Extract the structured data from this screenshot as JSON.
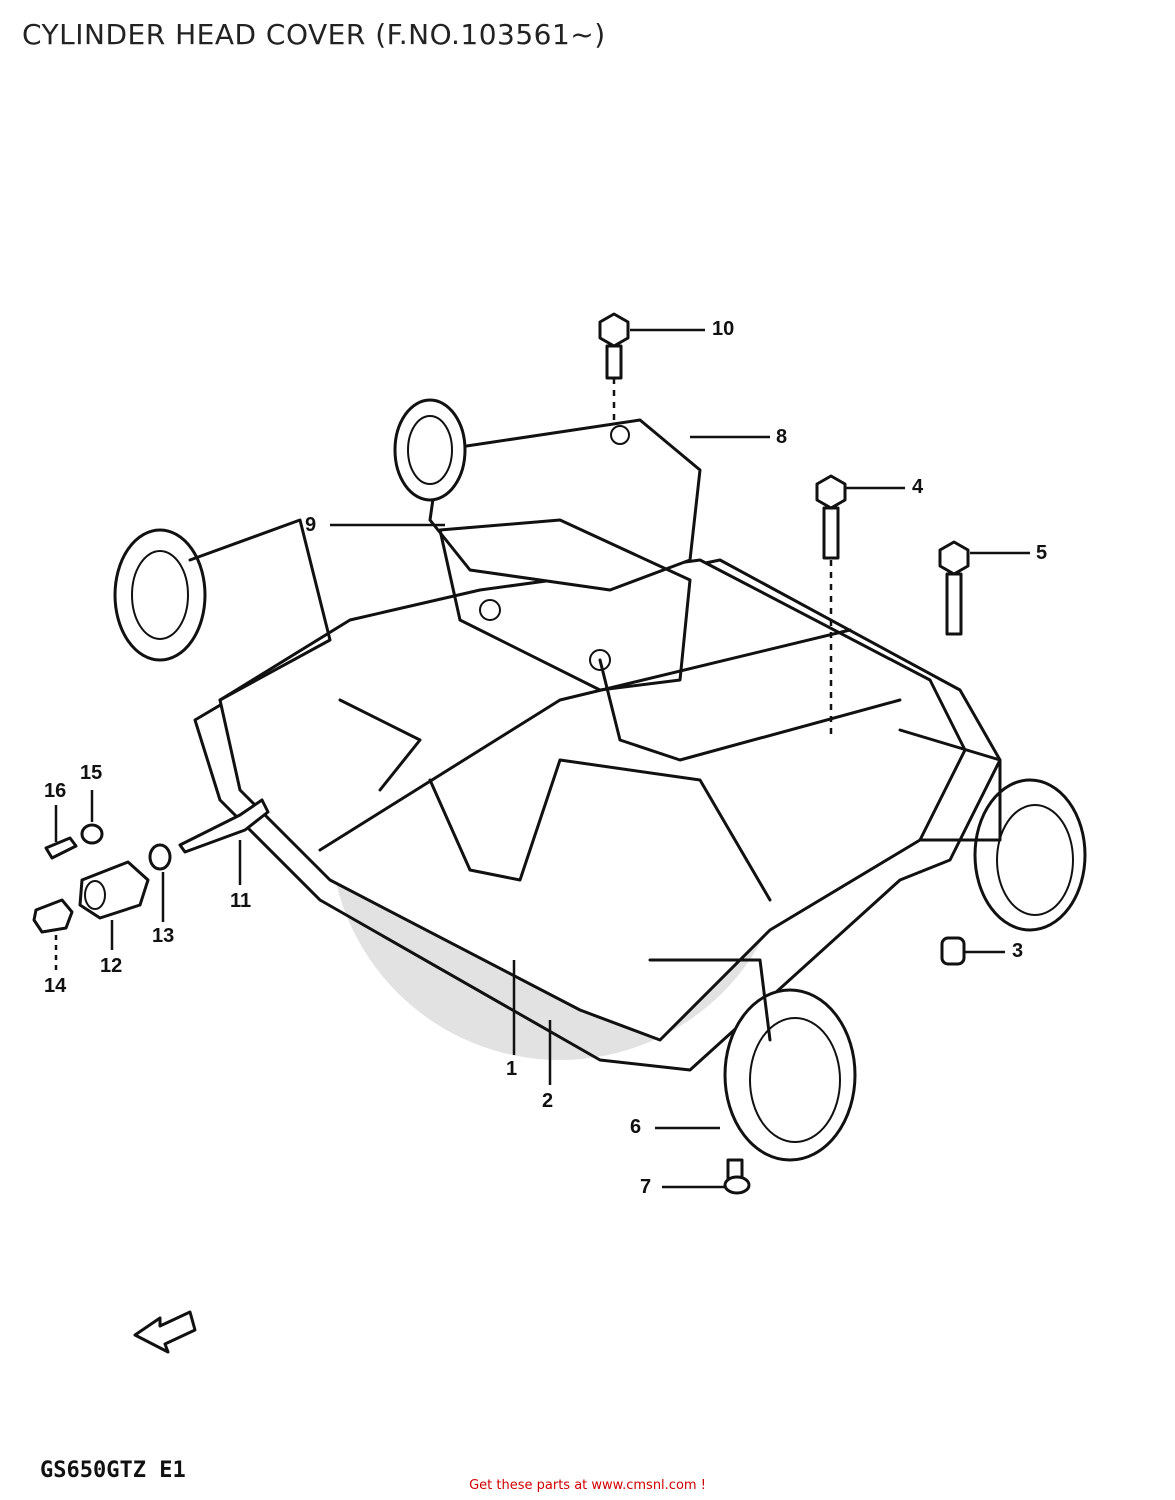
{
  "header": {
    "title": "CYLINDER HEAD COVER (F.NO.103561~)"
  },
  "footer": {
    "model_code": "GS650GTZ E1",
    "link_text": "Get these parts at www.cmsnl.com !"
  },
  "callouts": {
    "c1": "1",
    "c2": "2",
    "c3": "3",
    "c4": "4",
    "c5": "5",
    "c6": "6",
    "c7": "7",
    "c8": "8",
    "c9": "9",
    "c10": "10",
    "c11": "11",
    "c12": "12",
    "c13": "13",
    "c14": "14",
    "c15": "15",
    "c16": "16"
  }
}
